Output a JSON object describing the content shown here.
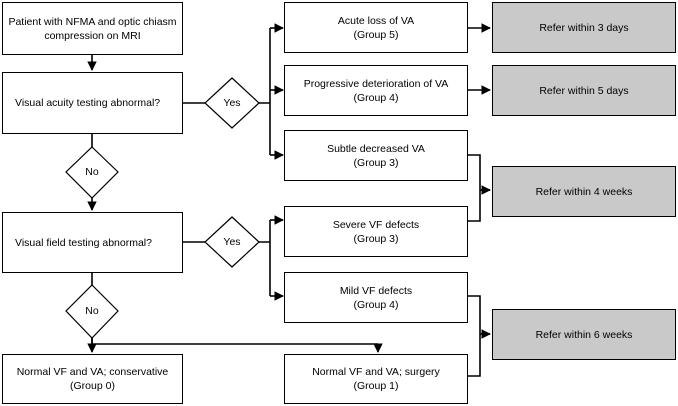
{
  "start": {
    "line1": "Patient with NFMA and optic chiasm",
    "line2": "compression on MRI"
  },
  "q1": {
    "text": "Visual acuity testing abnormal?"
  },
  "q2": {
    "text": "Visual field testing abnormal?"
  },
  "d1_yes": "Yes",
  "d1_no": "No",
  "d2_yes": "Yes",
  "d2_no": "No",
  "outcomes": {
    "acute": {
      "line1": "Acute loss of VA",
      "line2": "(Group 5)"
    },
    "progressive": {
      "line1": "Progressive deterioration of VA",
      "line2": "(Group 4)"
    },
    "subtle": {
      "line1": "Subtle decreased VA",
      "line2": "(Group 3)"
    },
    "severe_vf": {
      "line1": "Severe VF defects",
      "line2": "(Group 3)"
    },
    "mild_vf": {
      "line1": "Mild VF defects",
      "line2": "(Group 4)"
    },
    "normal_cons": {
      "line1": "Normal VF and VA; conservative",
      "line2": "(Group 0)"
    },
    "normal_surg": {
      "line1": "Normal VF and VA; surgery",
      "line2": "(Group 1)"
    }
  },
  "referrals": {
    "r3d": "Refer within 3 days",
    "r5d": "Refer within 5 days",
    "r4w": "Refer within 4 weeks",
    "r6w": "Refer within 6 weeks"
  }
}
